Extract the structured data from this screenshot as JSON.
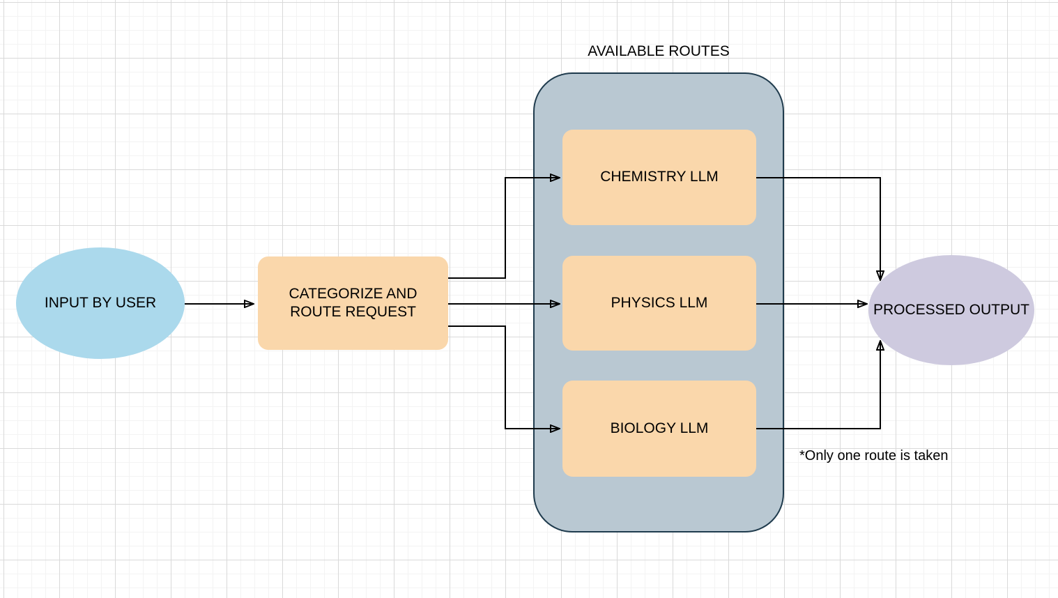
{
  "diagram": {
    "group_label": "AVAILABLE ROUTES",
    "annotation": "*Only one route is taken",
    "nodes": {
      "input": {
        "label": "INPUT BY USER",
        "shape": "ellipse",
        "fill": "#abd9ec"
      },
      "router": {
        "label": "CATEGORIZE AND\nROUTE REQUEST",
        "shape": "rounded-rectangle",
        "fill": "#fad7ab"
      },
      "routes": [
        {
          "id": "chemistry",
          "label": "CHEMISTRY LLM",
          "shape": "rounded-rectangle",
          "fill": "#fad7ab"
        },
        {
          "id": "physics",
          "label": "PHYSICS LLM",
          "shape": "rounded-rectangle",
          "fill": "#fad7ab"
        },
        {
          "id": "biology",
          "label": "BIOLOGY LLM",
          "shape": "rounded-rectangle",
          "fill": "#fad7ab"
        }
      ],
      "output": {
        "label": "PROCESSED OUTPUT",
        "shape": "ellipse",
        "fill": "#cecadf"
      }
    },
    "container": {
      "fill": "#b9c8d2",
      "border": "#1f3b4d"
    },
    "edges": [
      {
        "from": "input",
        "to": "router"
      },
      {
        "from": "router",
        "to": "chemistry"
      },
      {
        "from": "router",
        "to": "physics"
      },
      {
        "from": "router",
        "to": "biology"
      },
      {
        "from": "chemistry",
        "to": "output"
      },
      {
        "from": "physics",
        "to": "output"
      },
      {
        "from": "biology",
        "to": "output"
      }
    ],
    "arrow_color": "#000000",
    "grid": {
      "minor_color": "#f3f3f3",
      "major_color": "#d9d9d9"
    }
  }
}
